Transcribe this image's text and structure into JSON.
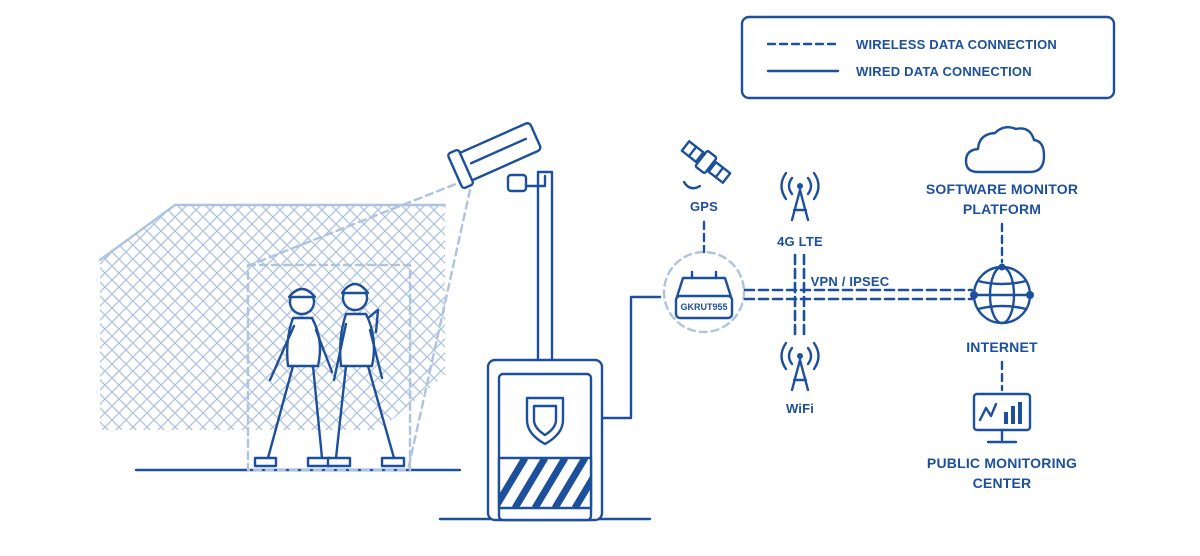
{
  "legend": {
    "wireless": "WIRELESS DATA CONNECTION",
    "wired": "WIRED DATA CONNECTION"
  },
  "nodes": {
    "gps": "GPS",
    "lte": "4G LTE",
    "wifi": "WiFi",
    "vpn": "VPN / IPSEC",
    "router_tag": "GKRUT955",
    "software_line1": "SOFTWARE MONITOR",
    "software_line2": "PLATFORM",
    "internet": "INTERNET",
    "public_line1": "PUBLIC MONITORING",
    "public_line2": "CENTER"
  },
  "icons": [
    "security-camera-icon",
    "satellite-icon",
    "cell-tower-icon",
    "router-icon",
    "cloud-icon",
    "globe-icon",
    "monitor-chart-icon",
    "shield-icon",
    "people-walking-icon"
  ],
  "colors": {
    "primary": "#1c4f9c",
    "light": "#aec3df",
    "background": "#ffffff"
  }
}
